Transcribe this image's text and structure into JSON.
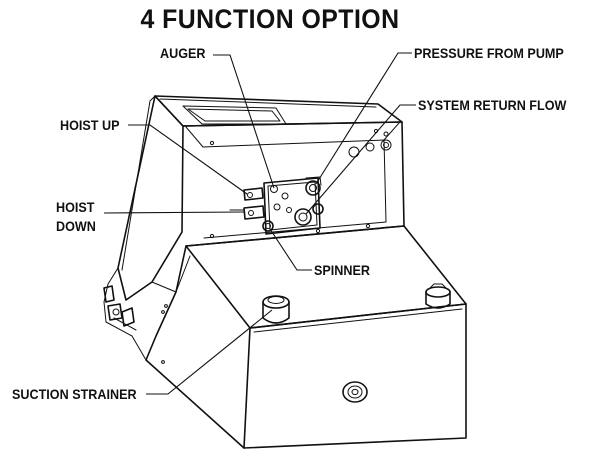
{
  "title": "4 FUNCTION OPTION",
  "labels": {
    "auger": "AUGER",
    "pressure_from_pump": "PRESSURE FROM PUMP",
    "system_return_flow": "SYSTEM RETURN FLOW",
    "hoist_up": "HOIST UP",
    "hoist_down_line1": "HOIST",
    "hoist_down_line2": "DOWN",
    "spinner": "SPINNER",
    "suction_strainer": "SUCTION STRAINER"
  }
}
